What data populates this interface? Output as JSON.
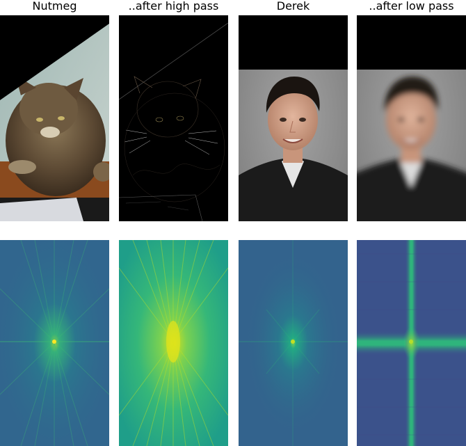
{
  "figure": {
    "titles": {
      "col1": "Nutmeg",
      "col2": "..after high pass",
      "col3": "Derek",
      "col4": "..after low pass"
    }
  },
  "colors": {
    "background": "#ffffff",
    "photo_black": "#000000",
    "spectrum_base": "#3b528b",
    "spectrum_center": "#fde725",
    "spectrum_mid": "#21918c",
    "spectrum_low": "#5ec962"
  }
}
